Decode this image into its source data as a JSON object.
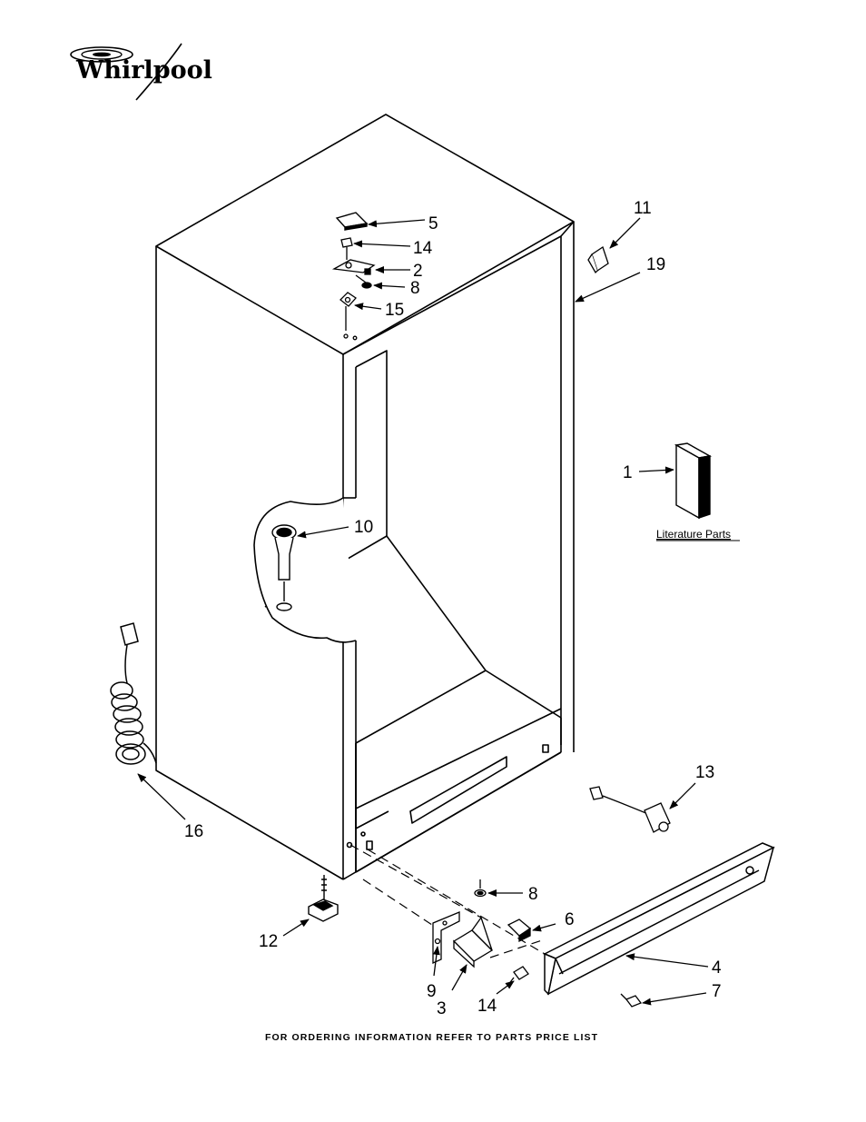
{
  "brand": {
    "logo_text": "Whirlpool"
  },
  "literature_label": "Literature Parts",
  "footer_text": "FOR ORDERING INFORMATION REFER TO PARTS PRICE LIST",
  "callouts": {
    "c1": "1",
    "c2": "2",
    "c3": "3",
    "c4": "4",
    "c5": "5",
    "c6": "6",
    "c7": "7",
    "c8a": "8",
    "c8b": "8",
    "c9": "9",
    "c10": "10",
    "c11": "11",
    "c12": "12",
    "c13": "13",
    "c14a": "14",
    "c14b": "14",
    "c15": "15",
    "c16": "16",
    "c19": "19"
  }
}
